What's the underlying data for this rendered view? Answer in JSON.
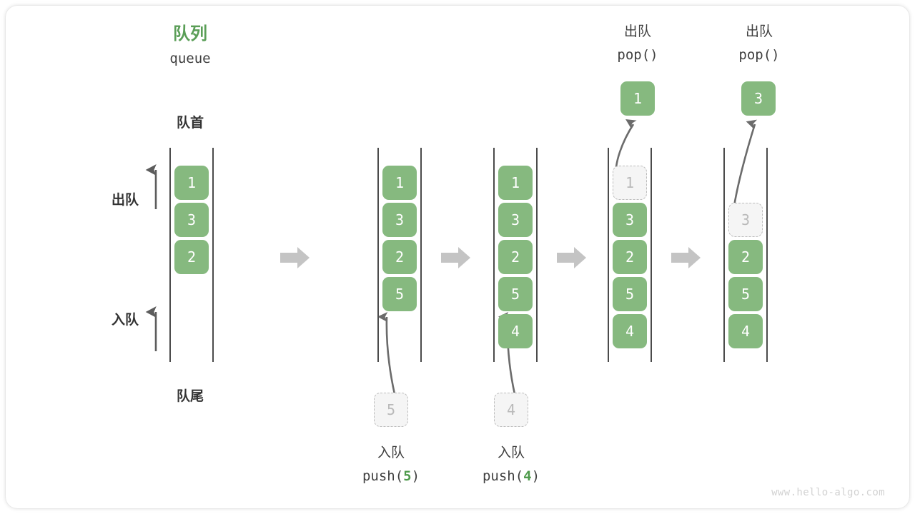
{
  "diagram": {
    "title_cn": "队列",
    "title_en": "queue",
    "head_label": "队首",
    "tail_label": "队尾",
    "dequeue_label": "出队",
    "enqueue_label": "入队",
    "watermark": "www.hello-algo.com",
    "colors": {
      "accent_green": "#86b97f",
      "title_green": "#5a9e57",
      "code_green": "#4e9a4b",
      "ghost_fill": "#f5f5f5",
      "ghost_border": "#bcbcbc",
      "rail": "#4b4b4b",
      "flow_arrow": "#c4c4c4",
      "curve_arrow": "#6b6b6b",
      "text": "#3f3f3f",
      "watermark": "#d2d2d2"
    }
  },
  "steps": [
    {
      "id": "initial",
      "cells": [
        {
          "value": "1",
          "state": "filled"
        },
        {
          "value": "3",
          "state": "filled"
        },
        {
          "value": "2",
          "state": "filled"
        }
      ],
      "op_cn": "",
      "op_code": "",
      "op_code_arg": "",
      "incoming": null,
      "outgoing": null
    },
    {
      "id": "push5",
      "cells": [
        {
          "value": "1",
          "state": "filled"
        },
        {
          "value": "3",
          "state": "filled"
        },
        {
          "value": "2",
          "state": "filled"
        },
        {
          "value": "5",
          "state": "filled"
        }
      ],
      "op_cn": "入队",
      "op_code_prefix": "push(",
      "op_code_arg": "5",
      "op_code_suffix": ")",
      "incoming": {
        "value": "5",
        "state": "ghost"
      },
      "outgoing": null
    },
    {
      "id": "push4",
      "cells": [
        {
          "value": "1",
          "state": "filled"
        },
        {
          "value": "3",
          "state": "filled"
        },
        {
          "value": "2",
          "state": "filled"
        },
        {
          "value": "5",
          "state": "filled"
        },
        {
          "value": "4",
          "state": "filled"
        }
      ],
      "op_cn": "入队",
      "op_code_prefix": "push(",
      "op_code_arg": "4",
      "op_code_suffix": ")",
      "incoming": {
        "value": "4",
        "state": "ghost"
      },
      "outgoing": null
    },
    {
      "id": "pop1",
      "cells": [
        {
          "value": "1",
          "state": "ghost"
        },
        {
          "value": "3",
          "state": "filled"
        },
        {
          "value": "2",
          "state": "filled"
        },
        {
          "value": "5",
          "state": "filled"
        },
        {
          "value": "4",
          "state": "filled"
        }
      ],
      "op_cn": "出队",
      "op_code_prefix": "pop(",
      "op_code_arg": "",
      "op_code_suffix": ")",
      "incoming": null,
      "outgoing": {
        "value": "1",
        "state": "filled"
      }
    },
    {
      "id": "pop3",
      "cells": [
        {
          "value": "",
          "state": "empty"
        },
        {
          "value": "3",
          "state": "ghost"
        },
        {
          "value": "2",
          "state": "filled"
        },
        {
          "value": "5",
          "state": "filled"
        },
        {
          "value": "4",
          "state": "filled"
        }
      ],
      "op_cn": "出队",
      "op_code_prefix": "pop(",
      "op_code_arg": "",
      "op_code_suffix": ")",
      "incoming": null,
      "outgoing": {
        "value": "3",
        "state": "filled"
      }
    }
  ]
}
